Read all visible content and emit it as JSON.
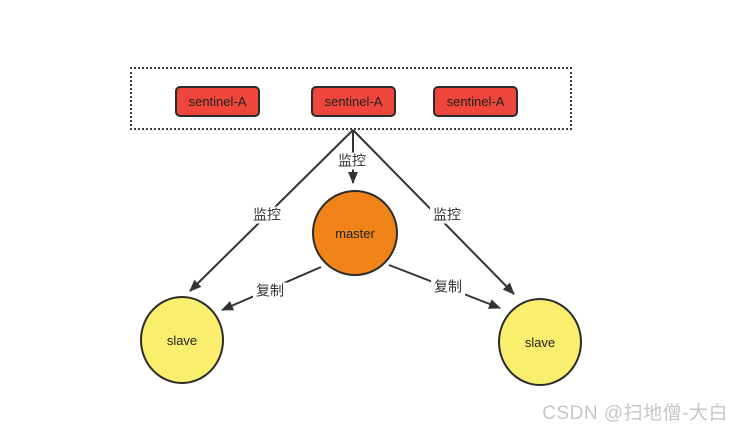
{
  "diagram": {
    "sentinel_group": {
      "items": [
        "sentinel-A",
        "sentinel-A",
        "sentinel-A"
      ]
    },
    "nodes": {
      "master": "master",
      "slave_left": "slave",
      "slave_right": "slave"
    },
    "edges": {
      "monitor_center": "监控",
      "monitor_left": "监控",
      "monitor_right": "监控",
      "replicate_left": "复制",
      "replicate_right": "复制"
    },
    "colors": {
      "sentinel_fill": "#ee463c",
      "master_fill": "#f08418",
      "slave_fill": "#f9ee6e",
      "node_border": "#2b2b2b",
      "arrow_stroke": "#333333",
      "watermark_text": "#c6c6c6"
    },
    "watermark": "CSDN @扫地僧-大白"
  }
}
